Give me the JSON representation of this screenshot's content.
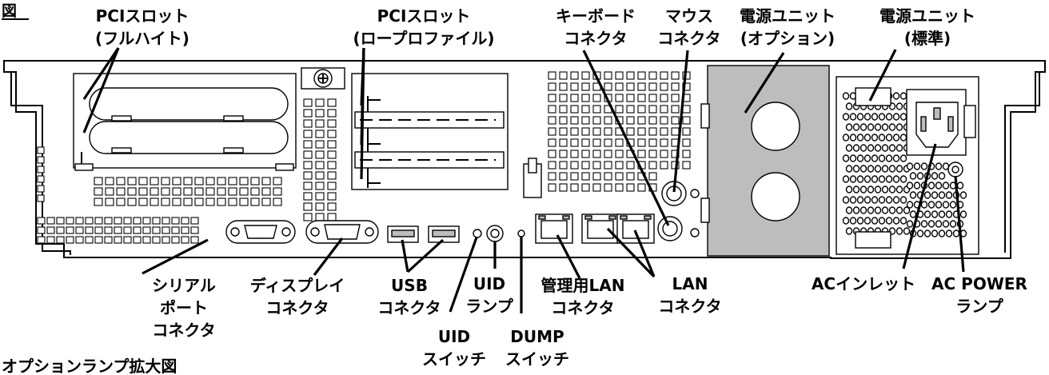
{
  "figure_mark": "図",
  "caption_fragment": "オプションランプ拡大図",
  "callouts": {
    "pci_full": [
      "PCIスロット",
      "(フルハイト)"
    ],
    "pci_low": [
      "PCIスロット",
      "(ロープロファイル)"
    ],
    "keyboard": [
      "キーボード",
      "コネクタ"
    ],
    "mouse": [
      "マウス",
      "コネクタ"
    ],
    "psu_option": [
      "電源ユニット",
      "(オプション)"
    ],
    "psu_standard": [
      "電源ユニット",
      "(標準)"
    ],
    "serial": [
      "シリアル",
      "ポート",
      "コネクタ"
    ],
    "display": [
      "ディスプレイ",
      "コネクタ"
    ],
    "usb": [
      "USB",
      "コネクタ"
    ],
    "uid_lamp": [
      "UID",
      "ランプ"
    ],
    "uid_switch": [
      "UID",
      "スイッチ"
    ],
    "dump_switch": [
      "DUMP",
      "スイッチ"
    ],
    "mgmt_lan": [
      "管理用LAN",
      "コネクタ"
    ],
    "lan": [
      "LAN",
      "コネクタ"
    ],
    "ac_inlet": [
      "ACインレット"
    ],
    "ac_power": [
      "AC POWER",
      "ランプ"
    ]
  },
  "colors": {
    "ink": "#000000",
    "paper": "#ffffff",
    "shade": "#bdbdbd"
  }
}
